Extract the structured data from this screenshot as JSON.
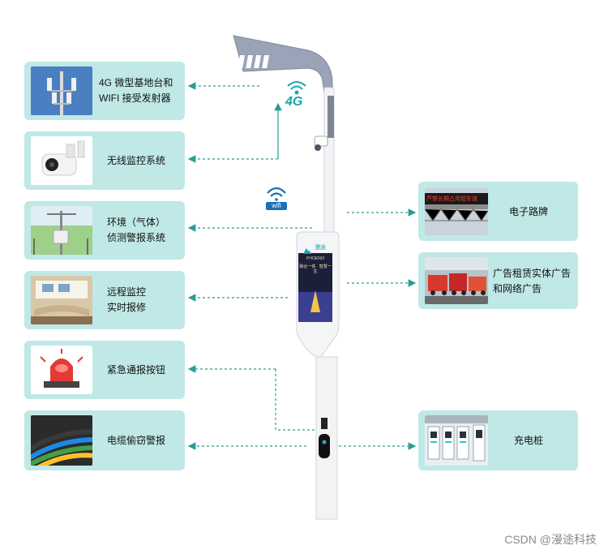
{
  "left_cards": [
    {
      "id": "base-station",
      "label": "4G 微型基地台和\nWIFI 接受发射器",
      "icon": "cell-tower-icon"
    },
    {
      "id": "monitoring",
      "label": "无线监控系统",
      "icon": "security-camera-icon"
    },
    {
      "id": "environment",
      "label": "环境（气体）\n侦测警报系统",
      "icon": "weather-station-icon"
    },
    {
      "id": "remote",
      "label": "远程监控\n实时报修",
      "icon": "control-room-icon"
    },
    {
      "id": "emergency",
      "label": "紧急通报按钮",
      "icon": "alarm-light-icon"
    },
    {
      "id": "cable",
      "label": "电缆偷窃警报",
      "icon": "cable-icon"
    }
  ],
  "right_cards": [
    {
      "id": "sign",
      "label": "电子路牌",
      "icon": "led-sign-icon",
      "sign_text": "严禁长期占用超车道"
    },
    {
      "id": "ads",
      "label": "广告租赁实体广告\n和网络广告",
      "icon": "billboard-trucks-icon"
    },
    {
      "id": "charging",
      "label": "充电桩",
      "icon": "charging-station-icon"
    }
  ],
  "pole": {
    "badge_4g": "4G",
    "wifi_text": "wifi",
    "screen_brand": "漫途",
    "screen_top": "PHOENIX",
    "screen_headline": "融合一体 · 智慧一生"
  },
  "colors": {
    "card_bg": "#bfe8e6",
    "connector": "#2a9d94",
    "accent": "#1aa3a8"
  },
  "watermark": "CSDN @漫途科技"
}
